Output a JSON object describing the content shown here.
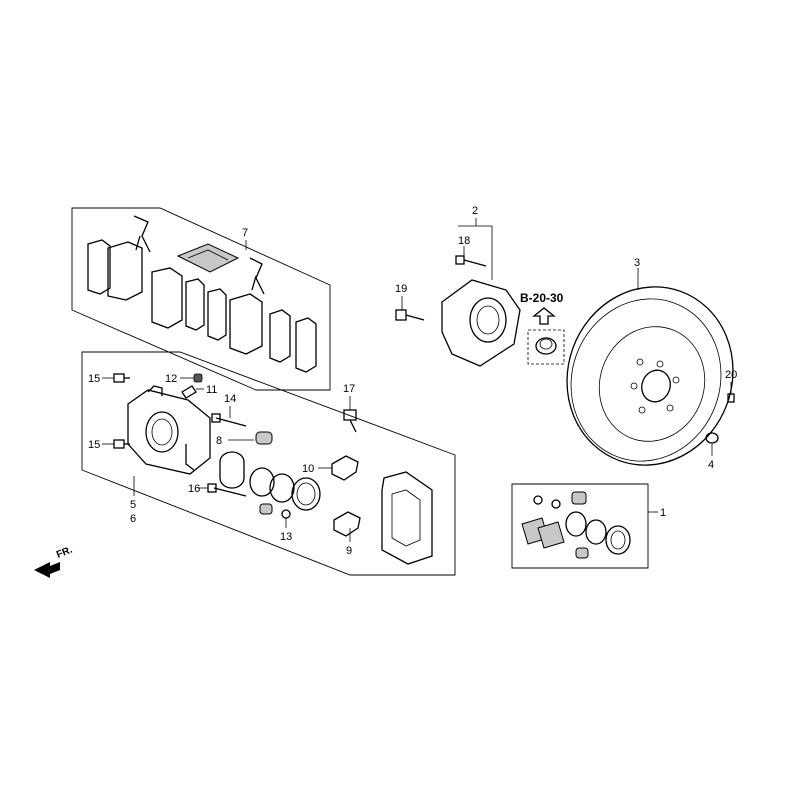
{
  "diagram": {
    "callouts": {
      "c1": "1",
      "c2": "2",
      "c3": "3",
      "c4": "4",
      "c5": "5",
      "c6": "6",
      "c7": "7",
      "c8": "8",
      "c9": "9",
      "c10": "10",
      "c11": "11",
      "c12": "12",
      "c13": "13",
      "c14": "14",
      "c15a": "15",
      "c15b": "15",
      "c16": "16",
      "c17": "17",
      "c18": "18",
      "c19": "19",
      "c20": "20"
    },
    "reference": "B-20-30",
    "direction": "FR."
  }
}
